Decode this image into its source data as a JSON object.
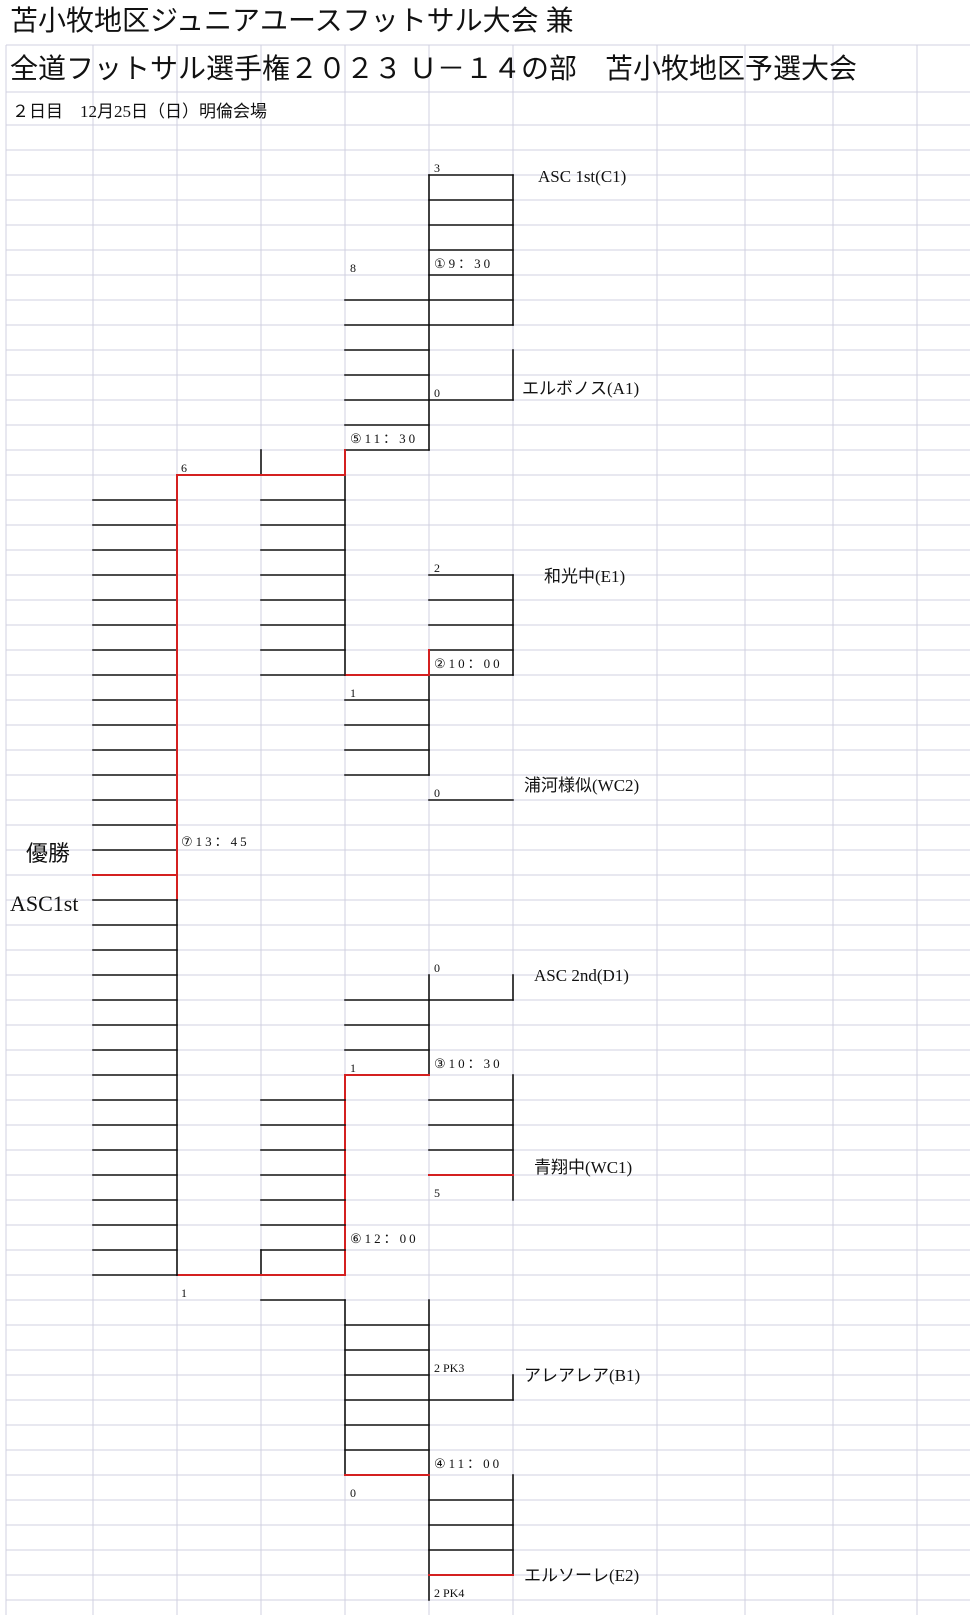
{
  "document": {
    "title_line1": "苫小牧地区ジュニアユースフットサル大会 兼",
    "title_line2": "全道フットサル選手権２０２３ Ｕ－１４の部　苫小牧地区予選大会",
    "subtitle": "２日目　12月25日（日）明倫会場"
  },
  "colors": {
    "grid": "#d0d0e0",
    "line": "#111111",
    "winner_line": "#d42020"
  },
  "teams": [
    {
      "name": "ASC 1st(C1)",
      "score": "3"
    },
    {
      "name": "エルボノス(A1)",
      "score": "0"
    },
    {
      "name": "和光中(E1)",
      "score": "2"
    },
    {
      "name": "浦河様似(WC2)",
      "score": "0"
    },
    {
      "name": "ASC 2nd(D1)",
      "score": "0"
    },
    {
      "name": "青翔中(WC1)",
      "score": "5"
    },
    {
      "name": "アレアレア(B1)",
      "score": "2 PK3"
    },
    {
      "name": "エルソーレ(E2)",
      "score": "2 PK4"
    }
  ],
  "matches": {
    "m1_time": "①9：30",
    "m2_time": "②10：00",
    "m3_time": "③10：30",
    "m4_time": "④11：00",
    "m5_time": "⑤11：30",
    "m6_time": "⑥12：00",
    "m7_time": "⑦13：45",
    "semi_scores": {
      "s1": "8",
      "s2": "1",
      "s3": "1",
      "s4": "0"
    },
    "final_scores": {
      "top": "6",
      "bottom": "1"
    }
  },
  "champion": {
    "label": "優勝",
    "name": "ASC1st"
  }
}
